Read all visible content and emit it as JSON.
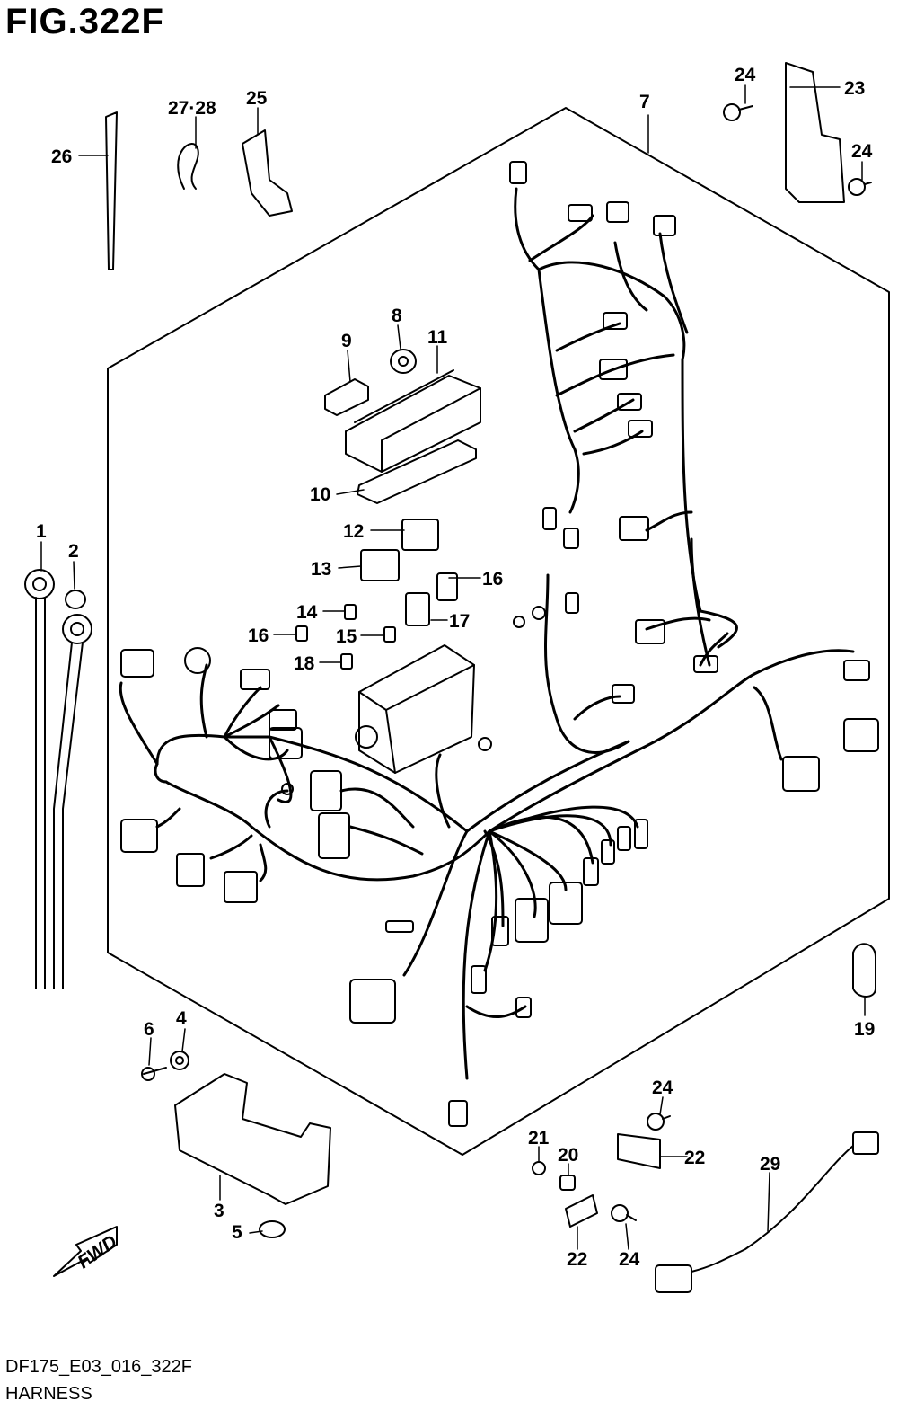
{
  "figure": {
    "title": "FIG.322F",
    "code": "DF175_E03_016_322F",
    "name": "HARNESS",
    "fwd_label": "FWD"
  },
  "callouts": {
    "c1": "1",
    "c2": "2",
    "c3": "3",
    "c4": "4",
    "c5": "5",
    "c6": "6",
    "c7": "7",
    "c8": "8",
    "c9": "9",
    "c10": "10",
    "c11": "11",
    "c12": "12",
    "c13": "13",
    "c14": "14",
    "c15": "15",
    "c16a": "16",
    "c16b": "16",
    "c17": "17",
    "c18": "18",
    "c19": "19",
    "c20": "20",
    "c21": "21",
    "c22a": "22",
    "c22b": "22",
    "c23": "23",
    "c24a": "24",
    "c24b": "24",
    "c24c": "24",
    "c24d": "24",
    "c25": "25",
    "c26": "26",
    "c2728": "27·28",
    "c29": "29"
  },
  "colors": {
    "line": "#000000",
    "background": "#ffffff"
  }
}
